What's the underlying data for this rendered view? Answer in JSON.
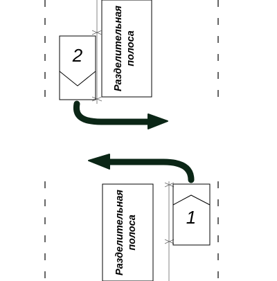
{
  "diagram": {
    "vehicles": [
      {
        "label": "2"
      },
      {
        "label": "1"
      }
    ],
    "dividing_strips": [
      {
        "line1": "Разделительная",
        "line2": "полоса"
      },
      {
        "line1": "Разделительная",
        "line2": "полоса"
      }
    ],
    "colors": {
      "arrow": "#0b2616",
      "lines": "#000000",
      "background": "#ffffff"
    }
  }
}
